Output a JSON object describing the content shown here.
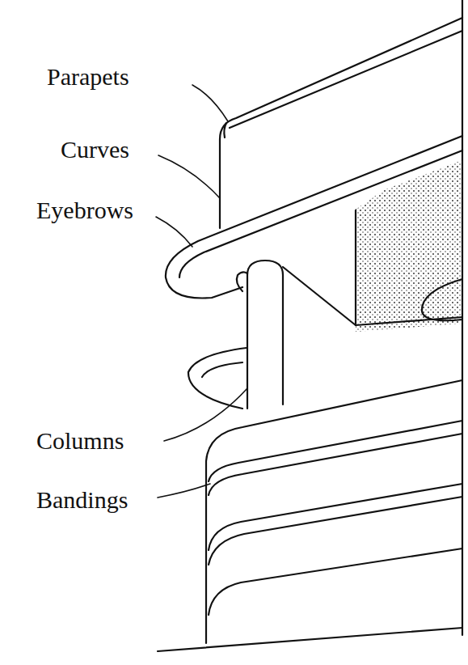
{
  "diagram": {
    "labels": [
      "Parapets",
      "Curves",
      "Eyebrows",
      "Columns",
      "Bandings"
    ]
  }
}
